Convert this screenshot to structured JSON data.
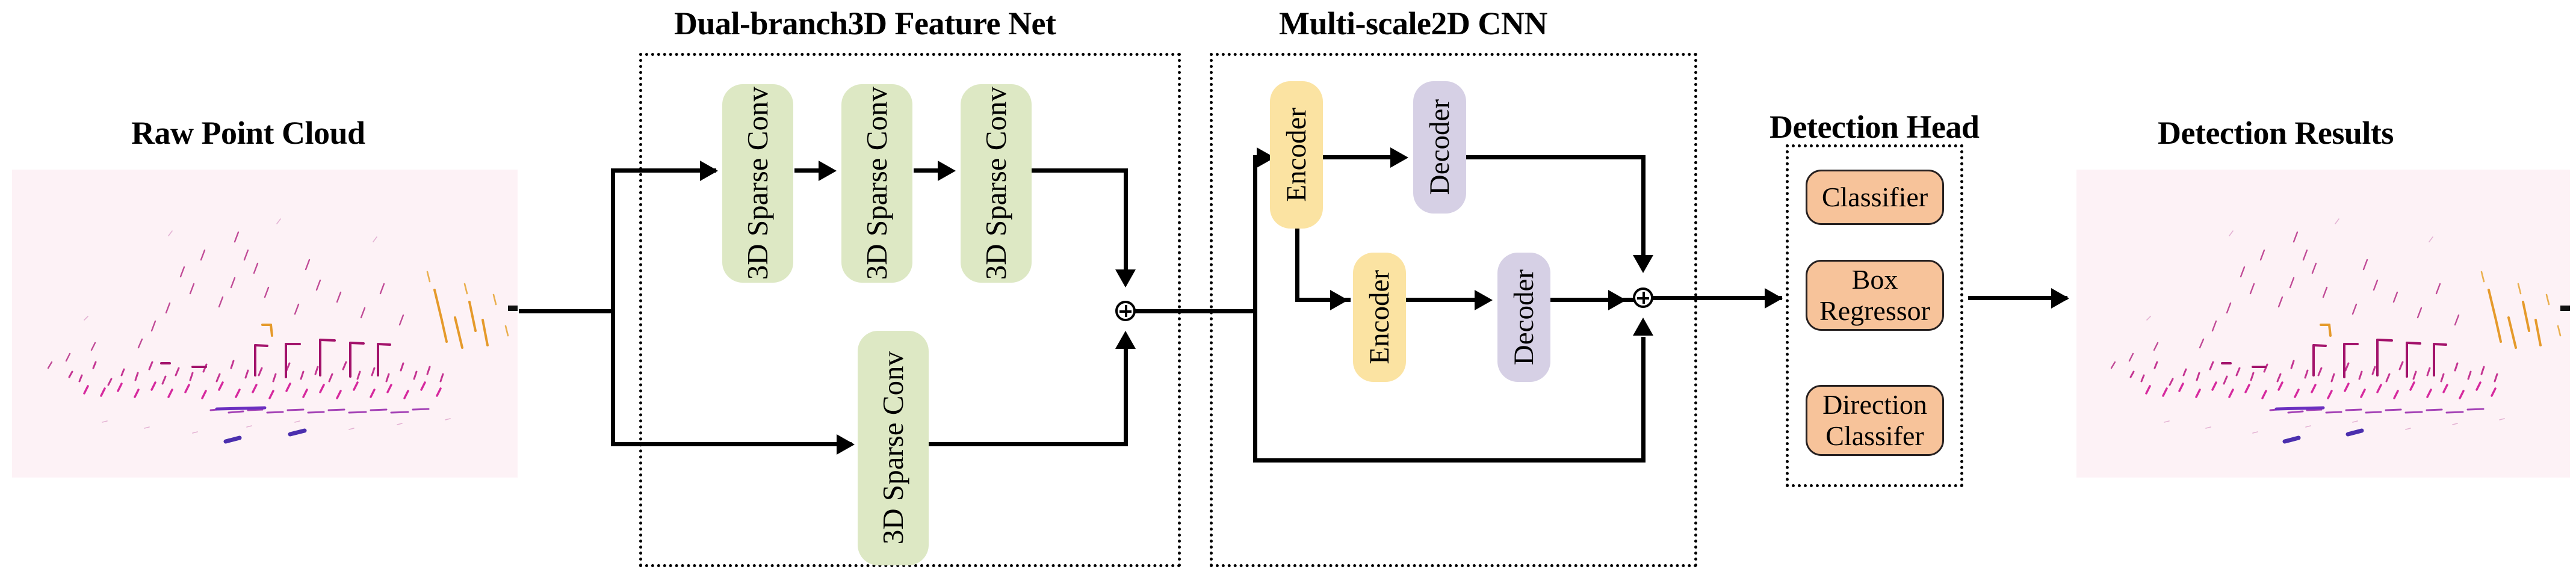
{
  "figure": {
    "type": "architecture-diagram",
    "background": "#ffffff",
    "line_color": "#000000"
  },
  "palette": {
    "sparse_conv_fill": "#dde8c4",
    "encoder_fill": "#fbe3a2",
    "decoder_fill": "#d6d0e5",
    "head_block_fill": "#f7c39a",
    "head_block_border": "#262020",
    "point_cloud_bg": "#fdf2f6",
    "dashed_border": "#000000"
  },
  "captions": {
    "raw_point_cloud": "Raw Point Cloud",
    "dual_branch": "Dual-branch3D Feature Net",
    "multi_scale": "Multi-scale2D CNN",
    "detection_head": "Detection Head",
    "detection_results": "Detection Results"
  },
  "stages": {
    "input": {
      "name": "Raw Point Cloud",
      "kind": "point-cloud-image"
    },
    "backbone3d": {
      "title": "Dual-branch3D Feature Net",
      "top_branch": [
        {
          "label": "3D Sparse Conv"
        },
        {
          "label": "3D Sparse Conv"
        },
        {
          "label": "3D Sparse Conv"
        }
      ],
      "bottom_branch": [
        {
          "label": "3D Sparse Conv"
        }
      ],
      "merge_op": "+"
    },
    "neck2d": {
      "title": "Multi-scale2D CNN",
      "top_path": [
        {
          "label": "Encoder",
          "kind": "encoder"
        },
        {
          "label": "Decoder",
          "kind": "decoder"
        }
      ],
      "bottom_path": [
        {
          "label": "Encoder",
          "kind": "encoder"
        },
        {
          "label": "Decoder",
          "kind": "decoder"
        }
      ],
      "skip_connection": true,
      "merge_op": "+"
    },
    "head": {
      "title": "Detection Head",
      "blocks": [
        {
          "label": "Classifier"
        },
        {
          "label": "Box\nRegressor",
          "line1": "Box",
          "line2": "Regressor"
        },
        {
          "label": "Direction\nClassifer",
          "line1": "Direction",
          "line2": "Classifer"
        }
      ]
    },
    "output": {
      "name": "Detection Results",
      "kind": "point-cloud-image"
    }
  },
  "merge_symbol": "+"
}
